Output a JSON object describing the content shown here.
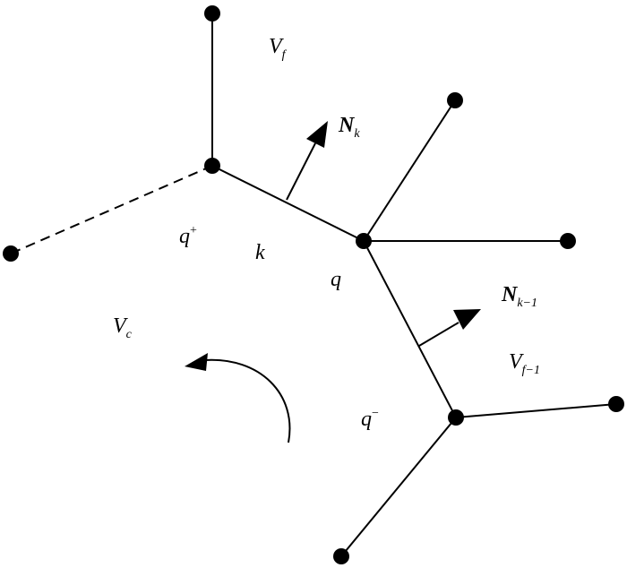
{
  "labels": {
    "vf": {
      "main": "V",
      "sub": "f"
    },
    "nk": {
      "main": "N",
      "sub": "k"
    },
    "q_plus": {
      "main": "q",
      "sup": "+"
    },
    "k": {
      "main": "k"
    },
    "q": {
      "main": "q"
    },
    "nk1": {
      "main": "N",
      "sub": "k−1"
    },
    "vc": {
      "main": "V",
      "sub": "c"
    },
    "vf1": {
      "main": "V",
      "sub": "f−1"
    },
    "q_minus": {
      "main": "q",
      "sup": "−"
    }
  }
}
